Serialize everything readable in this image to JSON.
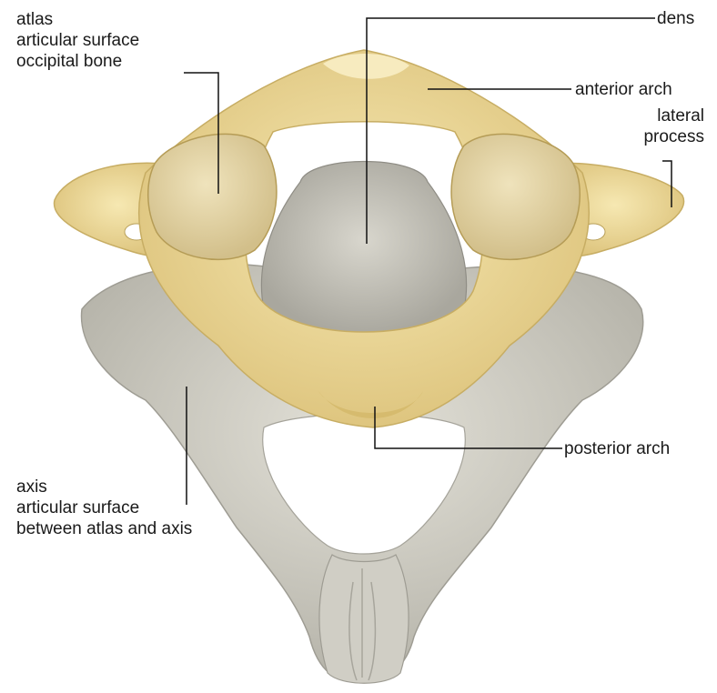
{
  "colors": {
    "atlas_bone": "#f0e0a0",
    "atlas_shade": "#d9c27a",
    "axis_bone": "#d8d6cc",
    "axis_shade": "#b9b7ad",
    "leader_line": "#111111",
    "label_text": "#1a1a1a"
  },
  "labels": {
    "atlas_surface": {
      "line1": "atlas",
      "line2": "articular surface",
      "line3": "occipital bone"
    },
    "dens": "dens",
    "anterior_arch": "anterior arch",
    "lateral_process": {
      "line1": "lateral",
      "line2": "process"
    },
    "posterior_arch": "posterior arch",
    "axis_surface": {
      "line1": "axis",
      "line2": "articular surface",
      "line3": "between atlas and axis"
    }
  }
}
